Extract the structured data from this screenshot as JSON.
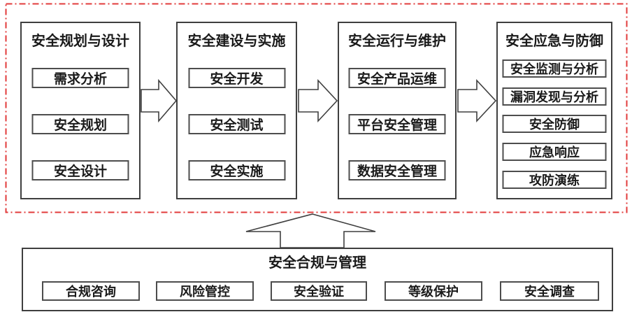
{
  "colors": {
    "line": "#3f3f3f",
    "line_soft": "#4d4d4d",
    "text": "#1a1a1a",
    "accent_red": "#e23b3b",
    "bg": "#ffffff"
  },
  "top_section": {
    "columns": [
      {
        "title": "安全规划与设计",
        "items": [
          "需求分析",
          "安全规划",
          "安全设计"
        ]
      },
      {
        "title": "安全建设与实施",
        "items": [
          "安全开发",
          "安全测试",
          "安全实施"
        ]
      },
      {
        "title": "安全运行与维护",
        "items": [
          "安全产品运维",
          "平台安全管理",
          "数据安全管理"
        ]
      },
      {
        "title": "安全应急与防御",
        "items": [
          "安全监测与分析",
          "漏洞发现与分析",
          "安全防御",
          "应急响应",
          "攻防演练"
        ]
      }
    ]
  },
  "bottom_section": {
    "title": "安全合规与管理",
    "items": [
      "合规咨询",
      "风险管控",
      "安全验证",
      "等级保护",
      "安全调查"
    ]
  }
}
